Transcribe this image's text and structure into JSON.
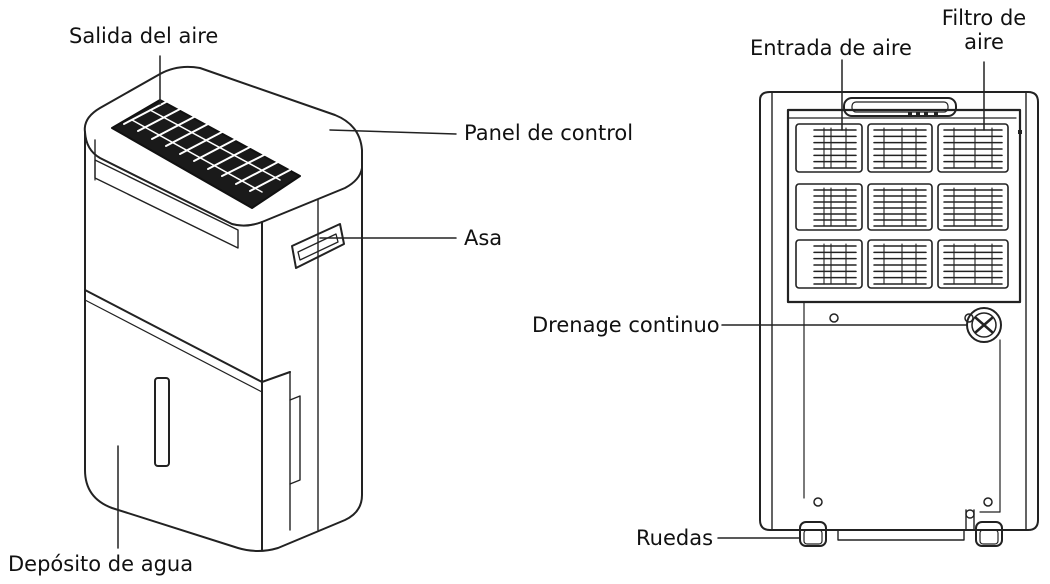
{
  "labels": {
    "air_outlet": "Salida del aire",
    "control_panel": "Panel de control",
    "handle": "Asa",
    "water_tank": "Depósito de agua",
    "air_inlet": "Entrada de aire",
    "air_filter_line1": "Filtro de",
    "air_filter_line2": "aire",
    "continuous_drain": "Drenage continuo",
    "wheels": "Ruedas"
  }
}
